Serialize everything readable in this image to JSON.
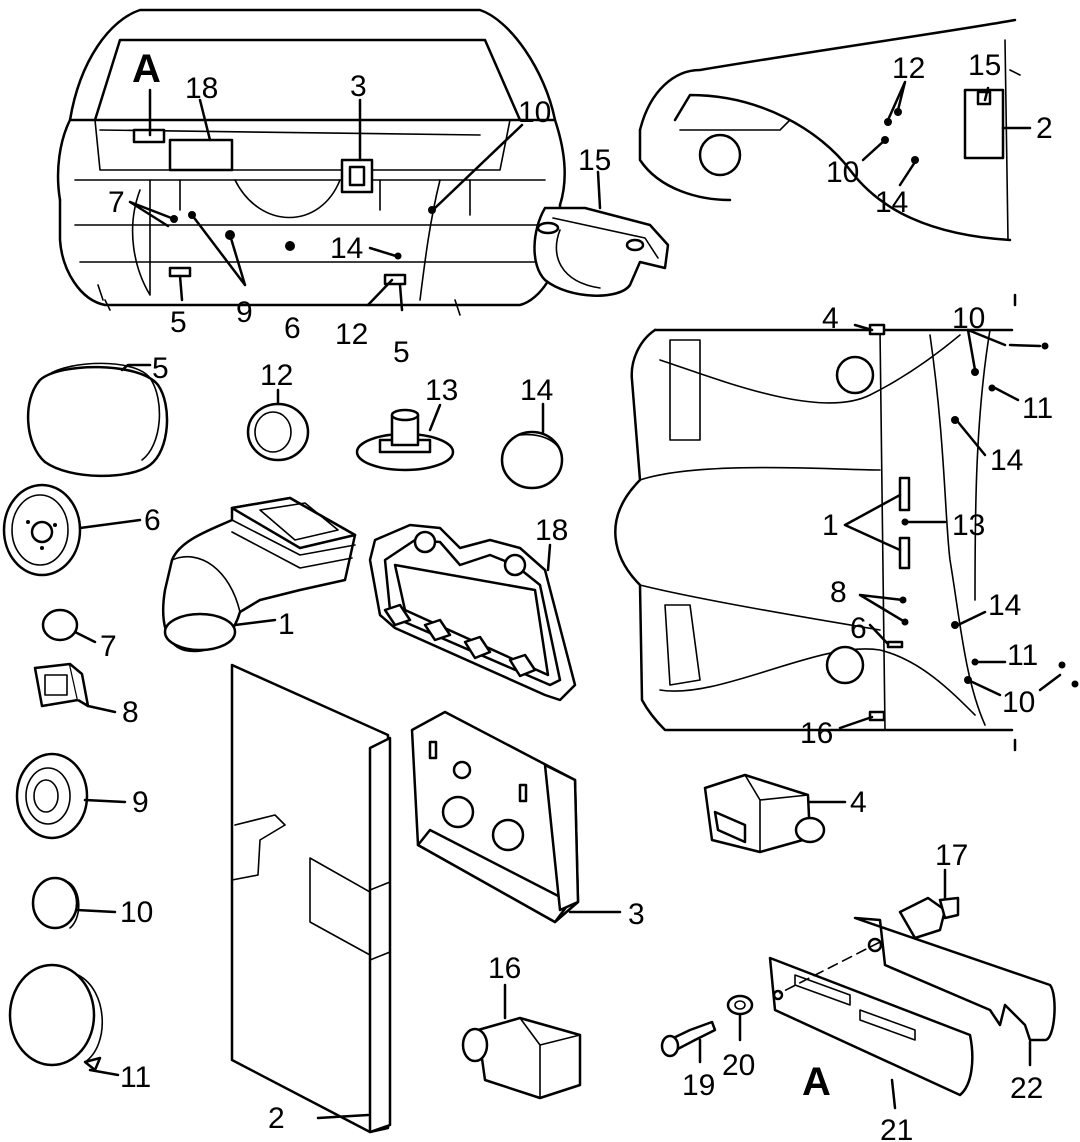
{
  "labels": {
    "a_car": "A",
    "a_bracket": "A",
    "n1": "1",
    "n2": "2",
    "n3": "3",
    "n4": "4",
    "n5": "5",
    "n6": "6",
    "n7": "7",
    "n8": "8",
    "n9": "9",
    "n10": "10",
    "n11": "11",
    "n12": "12",
    "n13": "13",
    "n14": "14",
    "n15": "15",
    "n16": "16",
    "n17": "17",
    "n18": "18",
    "n19": "19",
    "n20": "20",
    "n21": "21",
    "n22": "22"
  }
}
